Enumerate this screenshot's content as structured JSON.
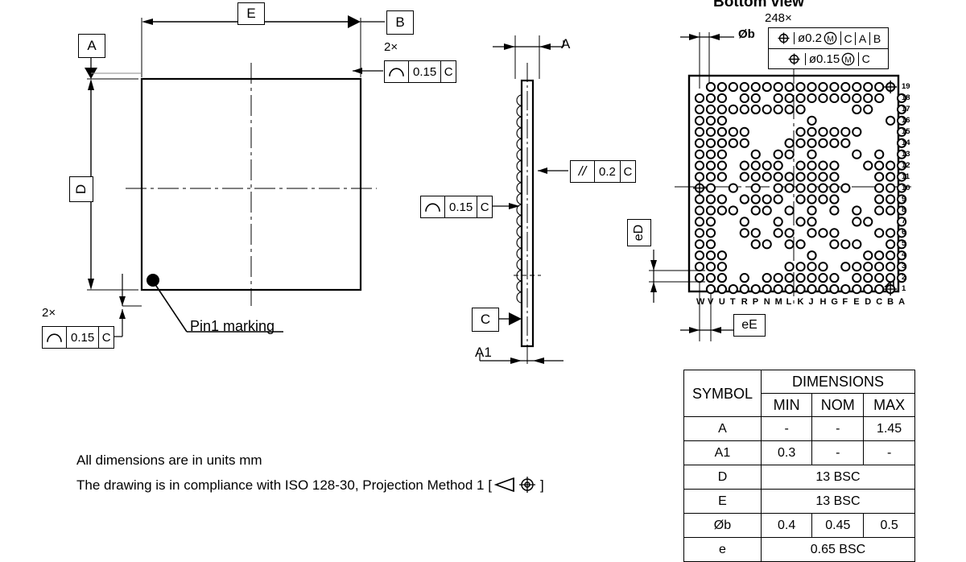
{
  "drawing": {
    "title_bottom_view": "Bottom view",
    "pin1_label": "Pin1 marking",
    "notes": [
      "All dimensions are in units mm",
      "The drawing is in compliance with ISO 128-30, Projection Method 1 ["
    ],
    "notes_suffix": "]"
  },
  "top_view": {
    "datum_a": "A",
    "datum_b": "B",
    "dim_e": "E",
    "dim_d": "D",
    "multiplier_top": "2×",
    "multiplier_bottom": "2×",
    "fcf_top": {
      "symbol": "profile-arc",
      "tolerance": "0.15",
      "datum": "C"
    },
    "fcf_bottom": {
      "symbol": "profile-arc",
      "tolerance": "0.15",
      "datum": "C"
    }
  },
  "side_view": {
    "dim_a": "A",
    "dim_a1": "A1",
    "datum_c": "C",
    "fcf_profile": {
      "symbol": "profile-arc",
      "tolerance": "0.15",
      "datum": "C"
    },
    "fcf_parallel": {
      "symbol": "//",
      "tolerance": "0.2",
      "datum": "C"
    }
  },
  "bottom_view": {
    "ball_count": "248×",
    "dia_b": "Øb",
    "pitch_d": "eD",
    "pitch_e": "eE",
    "fcf_rows": [
      {
        "symbol": "⊕",
        "tolerance": "ø0.2",
        "modifier": "M",
        "datums": [
          "C",
          "A",
          "B"
        ]
      },
      {
        "symbol": "⊕",
        "tolerance": "ø0.15",
        "modifier": "M",
        "datums": [
          "C"
        ]
      }
    ],
    "column_labels": [
      "A",
      "B",
      "C",
      "D",
      "E",
      "F",
      "G",
      "H",
      "J",
      "K",
      "L",
      "M",
      "N",
      "P",
      "R",
      "T",
      "U",
      "V",
      "W"
    ],
    "row_labels": [
      "19",
      "18",
      "17",
      "16",
      "15",
      "14",
      "13",
      "12",
      "11",
      "10",
      "9",
      "8",
      "7",
      "6",
      "5",
      "4",
      "3",
      "2",
      "1"
    ],
    "ball_map": [
      ".OOOOOOOOOOOOOOOOO.",
      "OOO.OO.OOOOOOOOOO.O",
      "OOOOOOOOOO....OO..O",
      "OOO.......O......OO",
      "OOOOO....OOOOOO...O",
      "OOOOO...OOOOOO....O",
      "OOO..O.OO.O...O.O.O",
      "OOO.OOOO.OOOO..OOOO",
      "OOO.OOOOOOOOO...OOO",
      "OO.O.O.OOOOOOO..OOO",
      "OOO.OOOO.OOOO...OOO",
      "OOOO.OO.O.O.O.O.OOO",
      "OO..O..O.OO...OO..O",
      "OO..OO.OO.OOO...OOO",
      "OO...OO.OO..OOO..OO",
      "OOO.......O....OOOO",
      "OOO.....OOOO.OOOOOO",
      "OOO.O.OOOOOOO.OOOOO",
      ".OOOOOOOOOOOOOOOOO."
    ]
  },
  "table": {
    "col_symbol": "SYMBOL",
    "col_group": "DIMENSIONS",
    "col_min": "MIN",
    "col_nom": "NOM",
    "col_max": "MAX",
    "rows": [
      {
        "symbol": "A",
        "span": false,
        "min": "-",
        "nom": "-",
        "max": "1.45"
      },
      {
        "symbol": "A1",
        "span": false,
        "min": "0.3",
        "nom": "-",
        "max": "-"
      },
      {
        "symbol": "D",
        "span": true,
        "value": "13 BSC"
      },
      {
        "symbol": "E",
        "span": true,
        "value": "13 BSC"
      },
      {
        "symbol": "Øb",
        "span": false,
        "min": "0.4",
        "nom": "0.45",
        "max": "0.5"
      },
      {
        "symbol": "e",
        "span": true,
        "value": "0.65 BSC"
      }
    ]
  }
}
